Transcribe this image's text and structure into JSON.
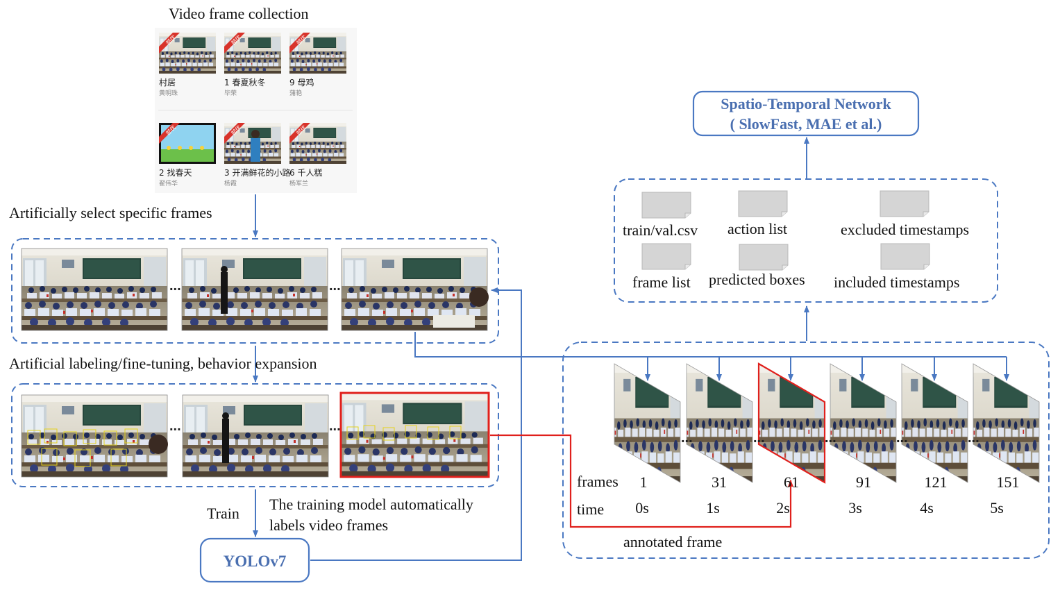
{
  "title_collection": "Video frame collection",
  "thumbs": [
    {
      "title": "村居",
      "author": "黄明珠",
      "badge": "部优"
    },
    {
      "title": "1 春夏秋冬",
      "author": "毕荣",
      "badge": "部优"
    },
    {
      "title": "9 母鸡",
      "author": "蒲艳",
      "badge": "部优"
    },
    {
      "title": "2 找春天",
      "author": "翟伟华",
      "badge": "部优"
    },
    {
      "title": "3 开满鲜花的小路",
      "author": "杨霞",
      "badge": "部优"
    },
    {
      "title": "6 千人糕",
      "author": "杨军兰",
      "badge": "部优"
    }
  ],
  "step_select": "Artificially select specific frames",
  "step_label": "Artificial labeling/fine-tuning, behavior expansion",
  "train_label": "Train",
  "auto_label_line1": "The training model automatically",
  "auto_label_line2": "labels video frames",
  "yolo": "YOLOv7",
  "stn_line1": "Spatio-Temporal Network",
  "stn_line2": "( SlowFast, MAE et al.)",
  "files": [
    "train/val.csv",
    "action list",
    "excluded timestamps",
    "frame list",
    "predicted boxes",
    "included timestamps"
  ],
  "row_frames_label": "frames",
  "row_time_label": "time",
  "frame_numbers": [
    "1",
    "31",
    "61",
    "91",
    "121",
    "151"
  ],
  "times": [
    "0s",
    "1s",
    "2s",
    "3s",
    "4s",
    "5s"
  ],
  "annotated_frame": "annotated frame",
  "colors": {
    "blue": "#4a78c2",
    "red": "#e0201c",
    "title_blue": "#4a6fb0"
  }
}
